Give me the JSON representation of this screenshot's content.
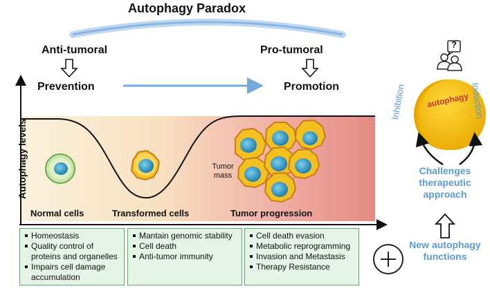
{
  "title": "Autophagy Paradox",
  "left_heading": "Anti-tumoral",
  "right_heading": "Pro-tumoral",
  "left_outcome": "Prevention",
  "right_outcome": "Promotion",
  "y_axis_label": "Autophagy levels",
  "stages": {
    "normal": "Normal cells",
    "transformed": "Transformed cells",
    "tumor": "Tumor progression",
    "tumor_mass": "Tumor mass"
  },
  "boxes": [
    {
      "items": [
        "Homeostasis",
        "Quality control of proteins and organelles",
        "Impairs cell damage accumulation"
      ]
    },
    {
      "items": [
        "Mantain genomic stability",
        "Cell death",
        "Anti-tumor immunity"
      ]
    },
    {
      "items": [
        "Cell death evasion",
        "Metabolic reprogramming",
        "Invasion and Metastasis",
        "Therapy Resistance"
      ]
    }
  ],
  "right_panel": {
    "coin_label": "autophagy",
    "inhibition": "Inhibition",
    "induction": "Induction",
    "question_mark": "?",
    "challenges": "Challenges therapeutic approach",
    "new_functions": "New autophagy functions"
  },
  "colors": {
    "accent_blue": "#5b9bd5",
    "box_green": "#52ad62",
    "coin": "#f4c20d"
  },
  "icons": [
    "person-question-icon",
    "plus-circle-icon",
    "down-arrow-icon",
    "up-arrow-icon"
  ]
}
